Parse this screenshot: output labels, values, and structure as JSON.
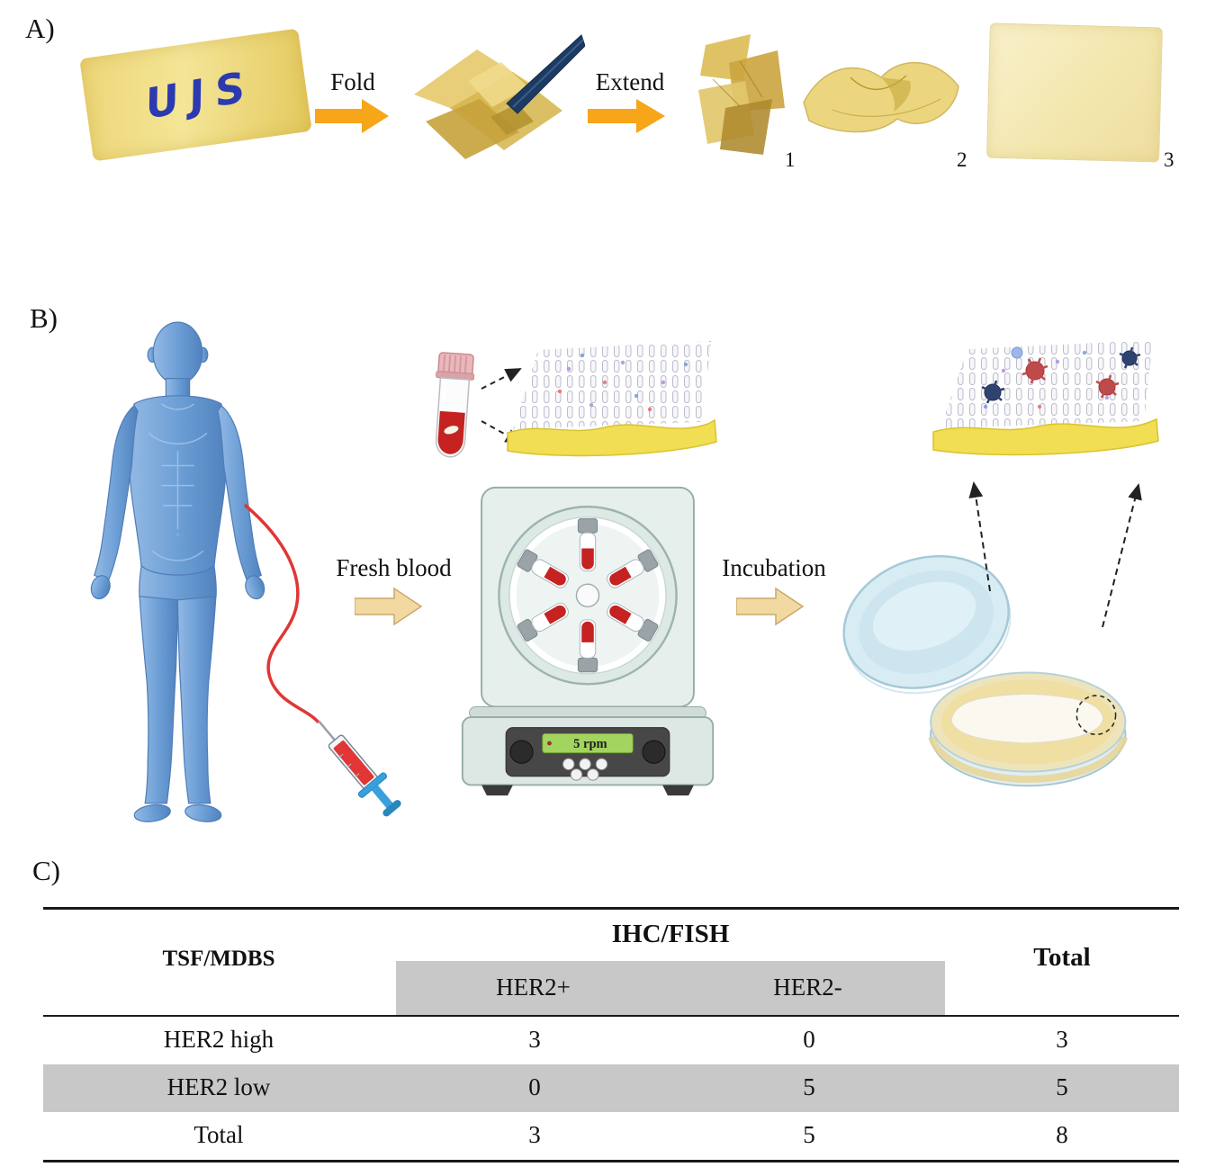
{
  "panel_a": {
    "label": "A)",
    "film_text": "UJS",
    "fold_label": "Fold",
    "extend_label": "Extend",
    "samples": [
      "1",
      "2",
      "3"
    ]
  },
  "panel_b": {
    "label": "B)",
    "fresh_blood_label": "Fresh blood",
    "incubation_label": "Incubation",
    "rpm_display": "5 rpm"
  },
  "panel_c": {
    "label": "C)",
    "table": {
      "row_header": "TSF/MDBS",
      "group_header": "IHC/FISH",
      "sub_col1": "HER2+",
      "sub_col2": "HER2-",
      "total_header": "Total",
      "rows": [
        {
          "name": "HER2 high",
          "pos": "3",
          "neg": "0",
          "total": "3"
        },
        {
          "name": "HER2 low",
          "pos": "0",
          "neg": "5",
          "total": "5"
        },
        {
          "name": "Total",
          "pos": "3",
          "neg": "5",
          "total": "8"
        }
      ]
    }
  },
  "colors": {
    "film_yellow": "#f0dc82",
    "arrow_orange": "#f7a519",
    "arrow_tan": "#f2d9a2",
    "body_blue": "#6d9fd6",
    "blood_red": "#c52222",
    "table_gray": "#c8c8c8"
  }
}
